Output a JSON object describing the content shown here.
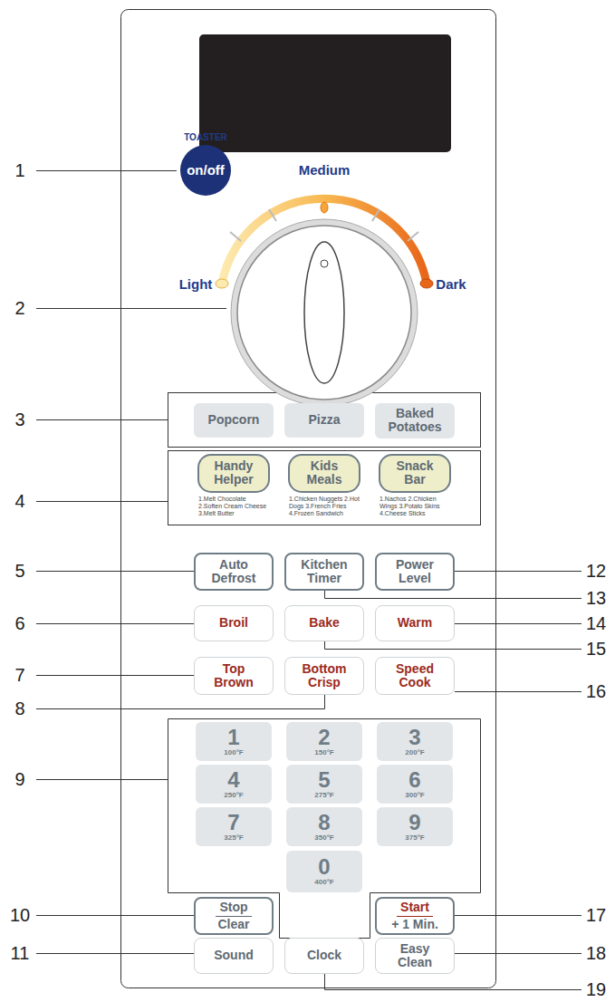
{
  "diagram": {
    "nodes": [
      {
        "text": [
          "TOASTER",
          "on/off"
        ]
      },
      {
        "text": [
          "Popcorn"
        ]
      },
      {
        "text": [
          "Pizza"
        ]
      },
      {
        "text": [
          "Baked Potatoes"
        ]
      },
      {
        "text": [
          "Handy Helper",
          "1.Melt Chocolate 2.Soften Cream Cheese 3.Melt Butter"
        ]
      },
      {
        "text": [
          "Kids Meals",
          "1.Chicken Nuggets 2.Hot Dogs 3.French Fries 4.Frozen Sandwich"
        ]
      },
      {
        "text": [
          "Snack Bar",
          "1.Nachos 2.Chicken Wings 3.Potato Skins 4.Cheese Sticks"
        ]
      },
      {
        "text": [
          "Auto Defrost"
        ]
      },
      {
        "text": [
          "Kitchen Timer"
        ]
      },
      {
        "text": [
          "Power Level"
        ]
      },
      {
        "text": [
          "Broil"
        ]
      },
      {
        "text": [
          "Bake"
        ]
      },
      {
        "text": [
          "Warm"
        ]
      },
      {
        "text": [
          "Top Brown"
        ]
      },
      {
        "text": [
          "Bottom Crisp"
        ]
      },
      {
        "text": [
          "Speed Cook"
        ]
      },
      {
        "text": [
          "1",
          "100°F"
        ]
      },
      {
        "text": [
          "2",
          "150°F"
        ]
      },
      {
        "text": [
          "3",
          "200°F"
        ]
      },
      {
        "text": [
          "4",
          "250°F"
        ]
      },
      {
        "text": [
          "5",
          "275°F"
        ]
      },
      {
        "text": [
          "6",
          "300°F"
        ]
      },
      {
        "text": [
          "7",
          "325°F"
        ]
      },
      {
        "text": [
          "8",
          "350°F"
        ]
      },
      {
        "text": [
          "9",
          "375°F"
        ]
      },
      {
        "text": [
          "0",
          "400°F"
        ]
      },
      {
        "text": [
          "Stop",
          "Clear"
        ]
      },
      {
        "text": [
          "Start",
          "+ 1 Min."
        ]
      },
      {
        "text": [
          "Sound"
        ]
      },
      {
        "text": [
          "Clock"
        ]
      },
      {
        "text": [
          "Easy Clean"
        ]
      }
    ],
    "labels": [
      "1",
      "Medium",
      "Light",
      "Dark",
      "2",
      "3",
      "4",
      "5",
      "12",
      "13",
      "6",
      "14",
      "15",
      "7",
      "16",
      "8",
      "9",
      "10",
      "17",
      "11",
      "18",
      "19"
    ]
  }
}
